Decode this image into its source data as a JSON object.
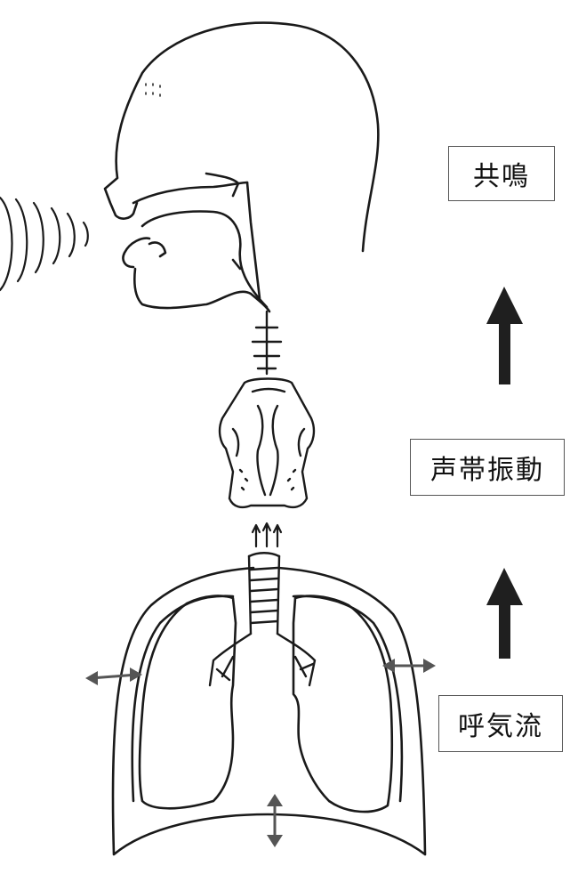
{
  "labels": {
    "resonance": "共鳴",
    "vocal_fold_vibration": "声帯振動",
    "airflow": "呼気流"
  },
  "colors": {
    "line": "#1a1a1a",
    "arrow": "#1f1f1f",
    "double_arrow": "#555555",
    "box_border": "#555555"
  }
}
